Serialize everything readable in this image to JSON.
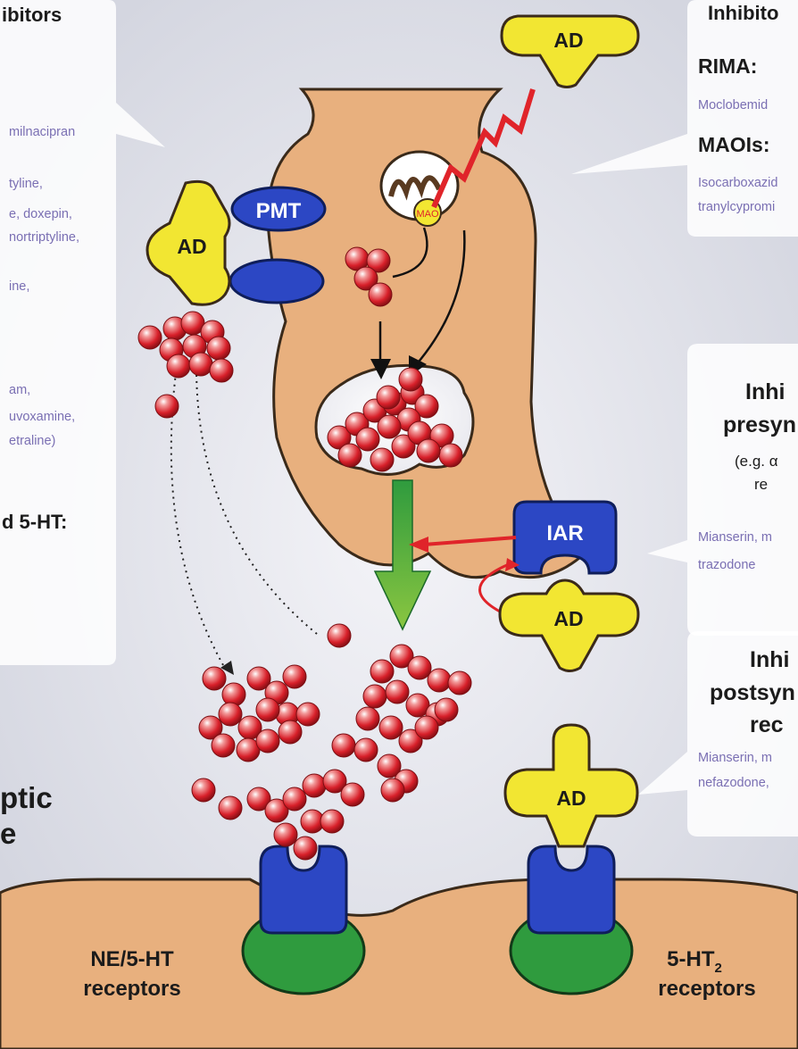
{
  "left_panel": {
    "heading_top": "ibitors",
    "drug_lines": [
      "milnacipran",
      "tyline,",
      "e, doxepin,",
      "nortriptyline,",
      "ine,",
      "am,",
      "uvoxamine,",
      "etraline)"
    ],
    "heading_mid": "d 5-HT:",
    "heading_bottom_1": "ptic",
    "heading_bottom_2": "e"
  },
  "right_top_panel": {
    "title": "Inhibito",
    "rima_heading": "RIMA:",
    "rima_drugs": "Moclobemid",
    "maoi_heading": "MAOIs:",
    "maoi_drugs_1": "Isocarboxazid",
    "maoi_drugs_2": "tranylcypromi"
  },
  "right_mid_panel": {
    "title_1": "Inhi",
    "title_2": "presyn",
    "subtitle_1": "(e.g. α",
    "subtitle_2": "re",
    "drugs_1": "Mianserin, m",
    "drugs_2": "trazodone"
  },
  "right_bottom_panel": {
    "title_1": "Inhi",
    "title_2": "postsyn",
    "title_3": "rec",
    "drugs_1": "Mianserin, m",
    "drugs_2": "nefazodone,"
  },
  "diagram": {
    "ad_label": "AD",
    "pmt_label": "PMT",
    "mao_label": "MAO",
    "iar_label": "IAR",
    "receptor_left_1": "NE/5-HT",
    "receptor_left_2": "receptors",
    "receptor_right_1": "5-HT",
    "receptor_right_sub": "2",
    "receptor_right_2": "receptors"
  },
  "colors": {
    "neuron": "#e8b07e",
    "ad_yellow": "#f2e632",
    "blue": "#2c47c4",
    "green": "#2f9b3e",
    "red_arrow": "#e0242a",
    "drug_text": "#7a6fb3"
  }
}
